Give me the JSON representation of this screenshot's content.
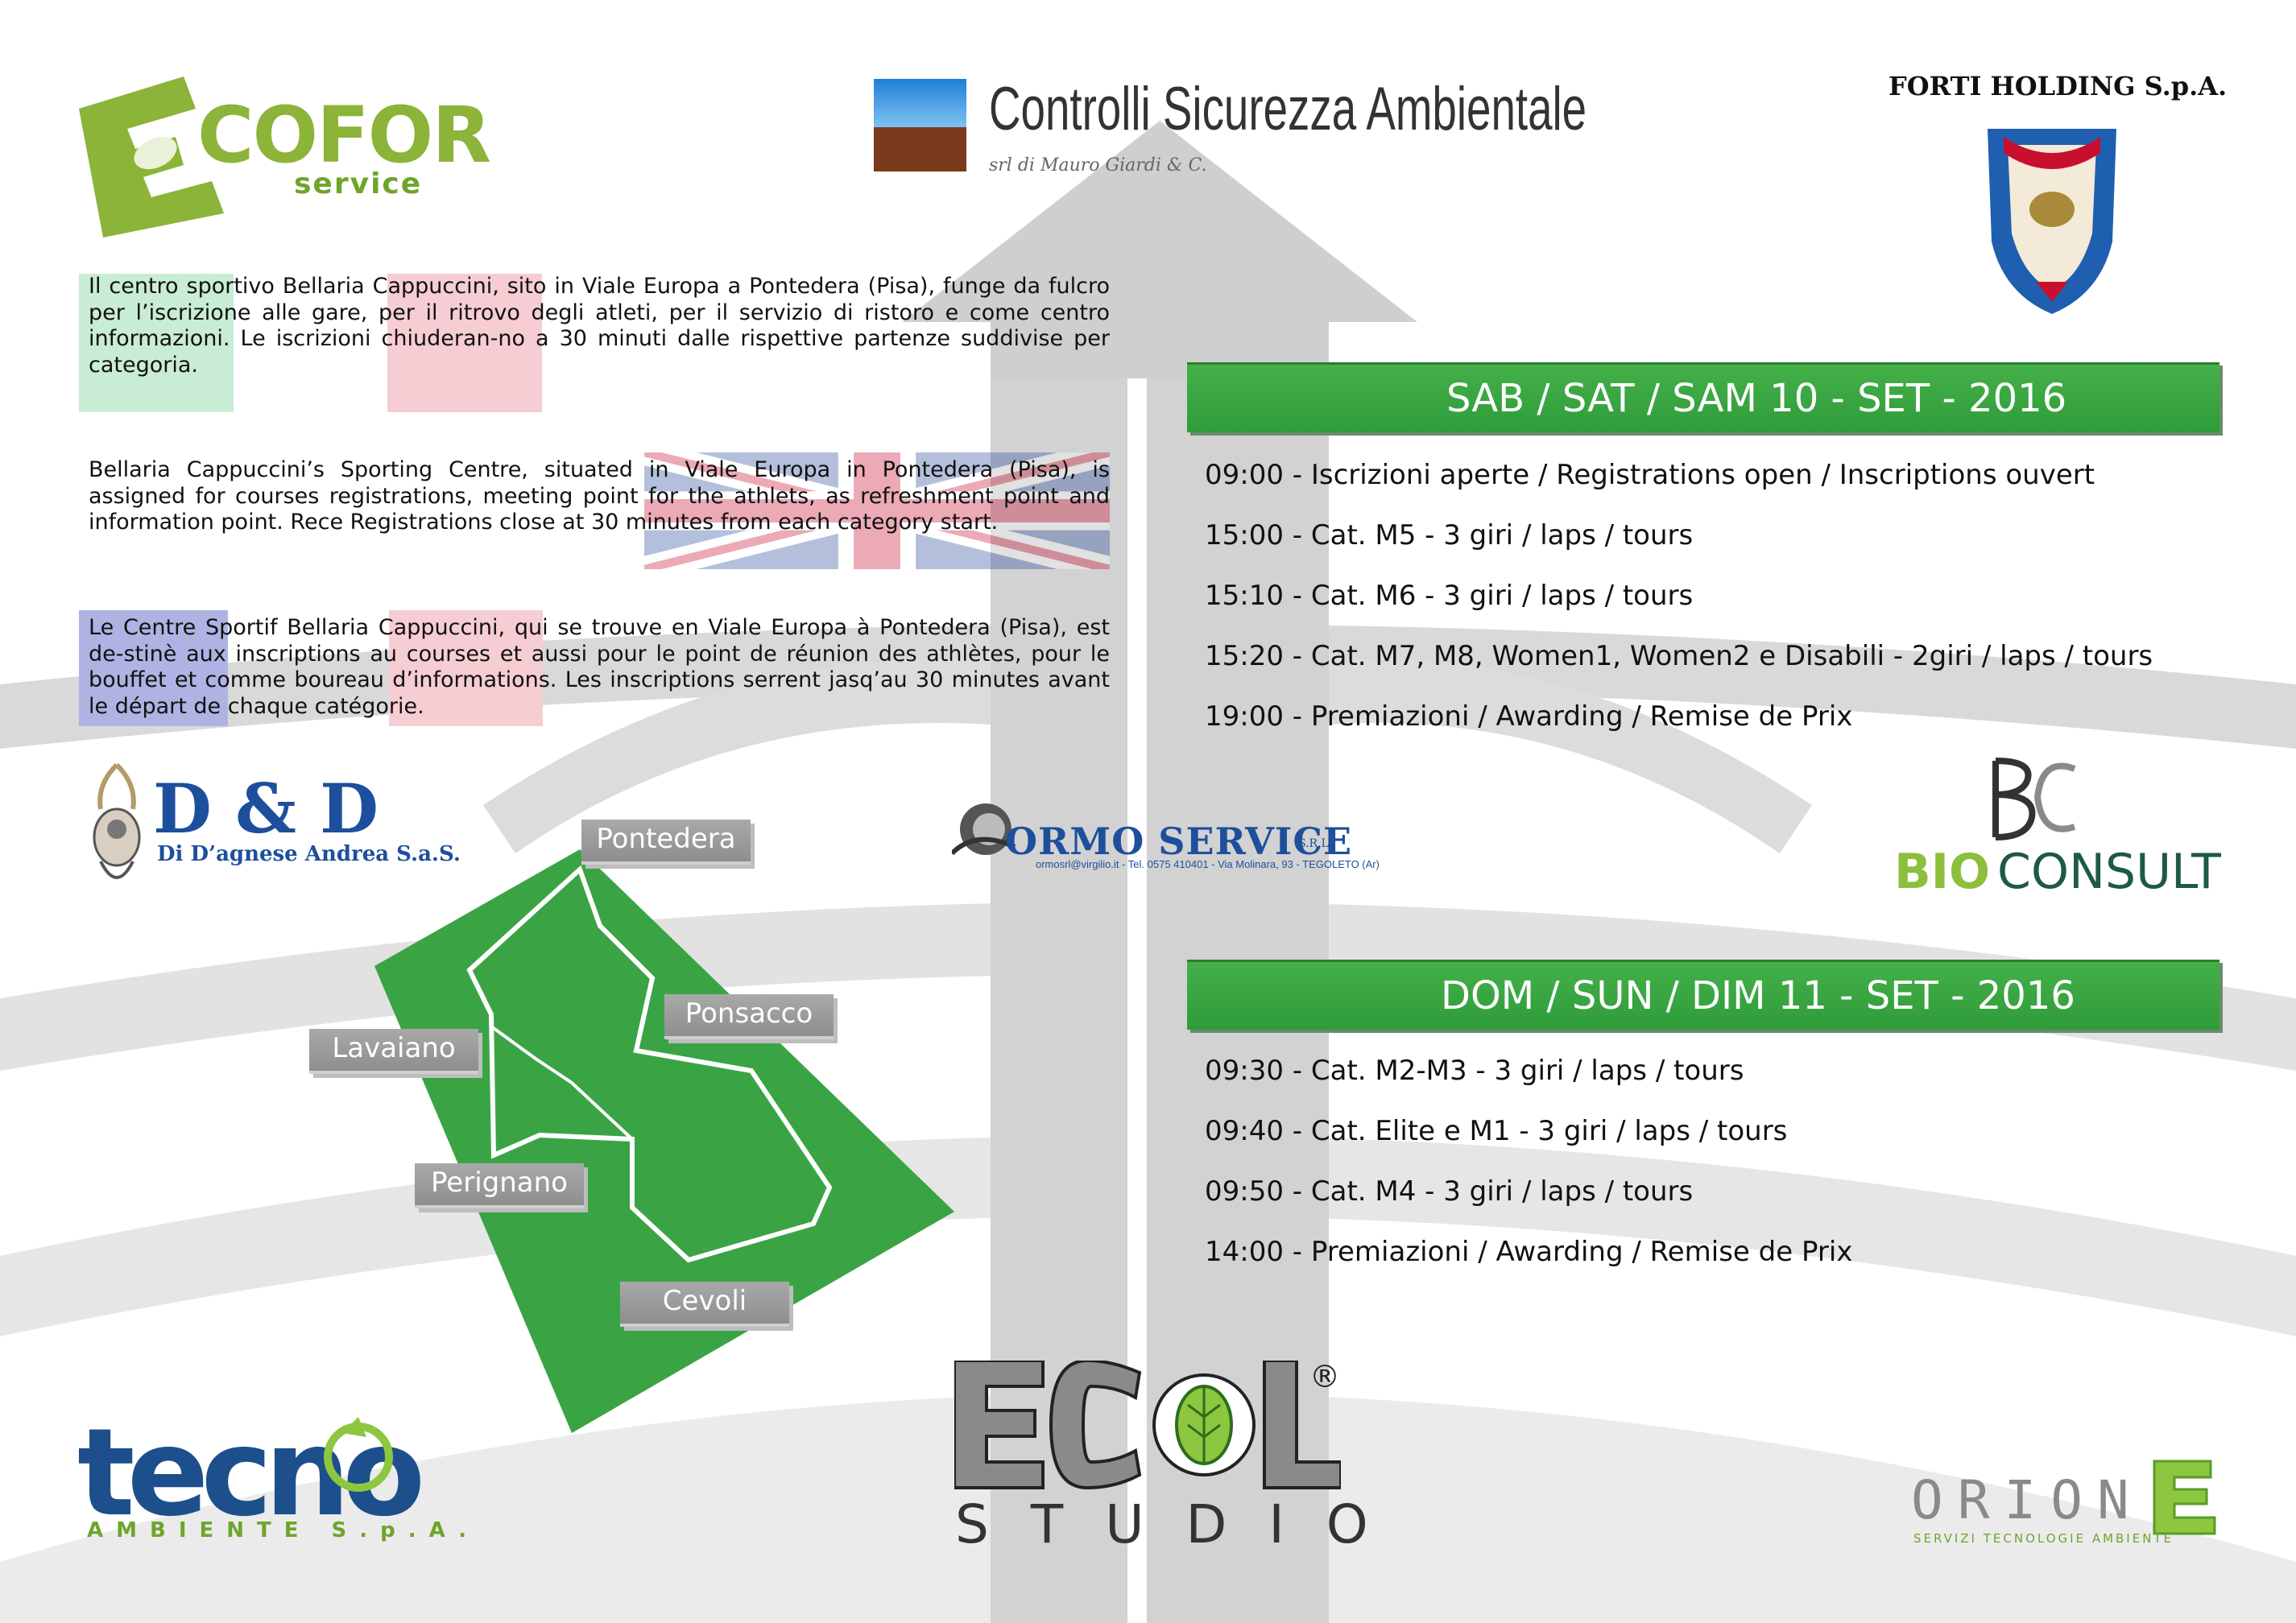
{
  "sponsors": {
    "ecofor": {
      "title": "COFOR",
      "subtitle": "service"
    },
    "csa": {
      "title": "Controlli Sicurezza Ambientale",
      "subtitle": "srl di Mauro Giardi & C."
    },
    "forti": {
      "title": "FORTI HOLDING S.p.A."
    },
    "dd": {
      "title": "D & D",
      "subtitle": "Di D’agnese Andrea S.a.S."
    },
    "ormo": {
      "title": "ORMO SERVICE",
      "srl": "S.R.L.",
      "subtitle": "ormosrl@virgilio.it - Tel. 0575 410401 - Via Molinara, 93 - TEGOLETO (Ar)"
    },
    "bioconsult": {
      "bio": "BIO",
      "consult": "CONSULT"
    },
    "tecno": {
      "title": "tecno",
      "subtitle": "AMBIENTE S.p.A."
    },
    "ecol": {
      "studio": "STUDIO",
      "reg": "®"
    },
    "orione": {
      "title": "ORION",
      "subtitle": "SERVIZI TECNOLOGIE AMBIENTE"
    }
  },
  "info": {
    "italian": "Il centro sportivo Bellaria Cappuccini, sito in Viale Europa a Pontedera (Pisa), funge da fulcro per l’iscrizione alle gare, per il ritrovo degli atleti, per il servizio di ristoro e come centro informazioni. Le iscrizioni chiuderan-no a 30 minuti dalle rispettive partenze suddivise per categoria.",
    "english": "Bellaria Cappuccini’s Sporting Centre, situated in Viale Europa in Pontedera (Pisa), is assigned for courses registrations, meeting point for the athlets, as refreshment point and information point. Rece Registrations close at 30 minutes from each category start.",
    "french": "Le Centre Sportif Bellaria Cappuccini, qui se trouve en Viale Europa à Pontedera (Pisa), est de-stinè aux inscriptions au courses et aussi pour le point de réunion des athlètes, pour le bouffet et comme boureau d’informations. Les inscriptions serrent jasq’au 30 minutes avant le départ de chaque catégorie."
  },
  "schedule": {
    "saturday": {
      "title": "SAB / SAT / SAM 10 - SET - 2016",
      "items": [
        "09:00 - Iscrizioni aperte / Registrations open / Inscriptions ouvert",
        "15:00 - Cat. M5 - 3 giri / laps / tours",
        "15:10 - Cat. M6 - 3 giri / laps / tours",
        "15:20 - Cat. M7, M8, Women1, Women2 e Disabili - 2giri / laps / tours",
        "19:00 - Premiazioni / Awarding / Remise de Prix"
      ]
    },
    "sunday": {
      "title": "DOM / SUN / DIM 11 - SET - 2016",
      "items": [
        "09:30 - Cat. M2-M3 - 3 giri / laps / tours",
        "09:40 - Cat. Elite e M1 - 3 giri / laps / tours",
        "09:50 - Cat. M4 - 3 giri / laps / tours",
        "14:00 - Premiazioni / Awarding / Remise de Prix"
      ]
    }
  },
  "map": {
    "labels": [
      "Pontedera",
      "Ponsacco",
      "Lavaiano",
      "Perignano",
      "Cevoli"
    ]
  },
  "colors": {
    "banner_green": "#3aa845",
    "map_green": "#3aa445",
    "label_gray": "#9b9b9b"
  }
}
